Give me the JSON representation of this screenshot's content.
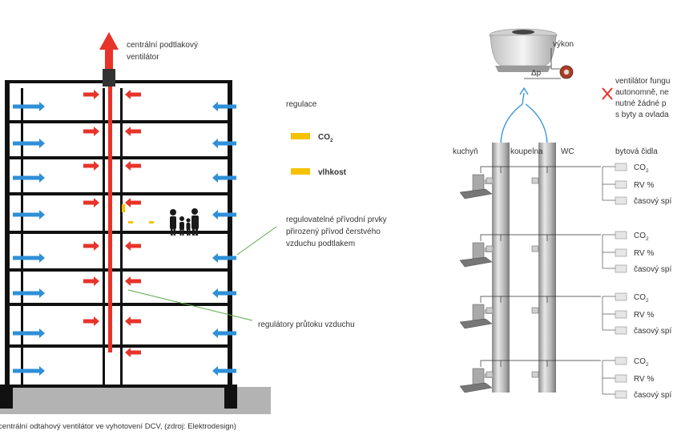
{
  "left": {
    "fan_label_line1": "centrální podtlakový",
    "fan_label_line2": "ventilátor",
    "regulation_title": "regulace",
    "legend": [
      {
        "text": "CO",
        "sub": "2",
        "color": "#f5c200"
      },
      {
        "text": "vlhkost",
        "sub": "",
        "color": "#f5c200"
      }
    ],
    "inlet_label_line1": "regulovatelné přívodní prvky",
    "inlet_label_line2": "přirozený přívod čerstvého",
    "inlet_label_line3": "vzduchu podtlakem",
    "flow_regulators_label": "regulátory průtoku vzduchu",
    "caption": "centrální odtahový ventilátor ve vyhotovení DCV, (zdroj: Elektrodesign)",
    "colors": {
      "exhaust": "#e8332a",
      "supply": "#2f8fd8",
      "sensor": "#f5c200",
      "ground": "#b3b3b3",
      "leader": "#5aaa46"
    }
  },
  "right": {
    "power_label": "výkon",
    "dp_label": "Δp",
    "note_line1": "ventilátor fungu",
    "note_line2": "autonomně, ne",
    "note_line3": "nutné žádné p",
    "note_line4": "s byty a ovlada",
    "col_kitchen": "kuchyň",
    "col_bathroom": "koupelna",
    "col_wc": "WC",
    "col_sensors": "bytová čidla",
    "sensors": {
      "co": "CO",
      "co_sub": "2",
      "rh": "RV %",
      "timer": "časový spí"
    }
  }
}
